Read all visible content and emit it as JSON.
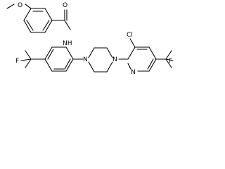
{
  "structure": {
    "labels": {
      "methoxy_o": "O",
      "carbonyl_o": "O",
      "amide_nh": "NH",
      "piperazine_n_top": "N",
      "piperazine_n_bottom": "N",
      "pyridine_n": "N",
      "chloro": "Cl",
      "cf3_left": "F",
      "cf3_right": "F"
    },
    "colors": {
      "bond": "#000000",
      "text": "#000000",
      "background": "#ffffff"
    }
  }
}
